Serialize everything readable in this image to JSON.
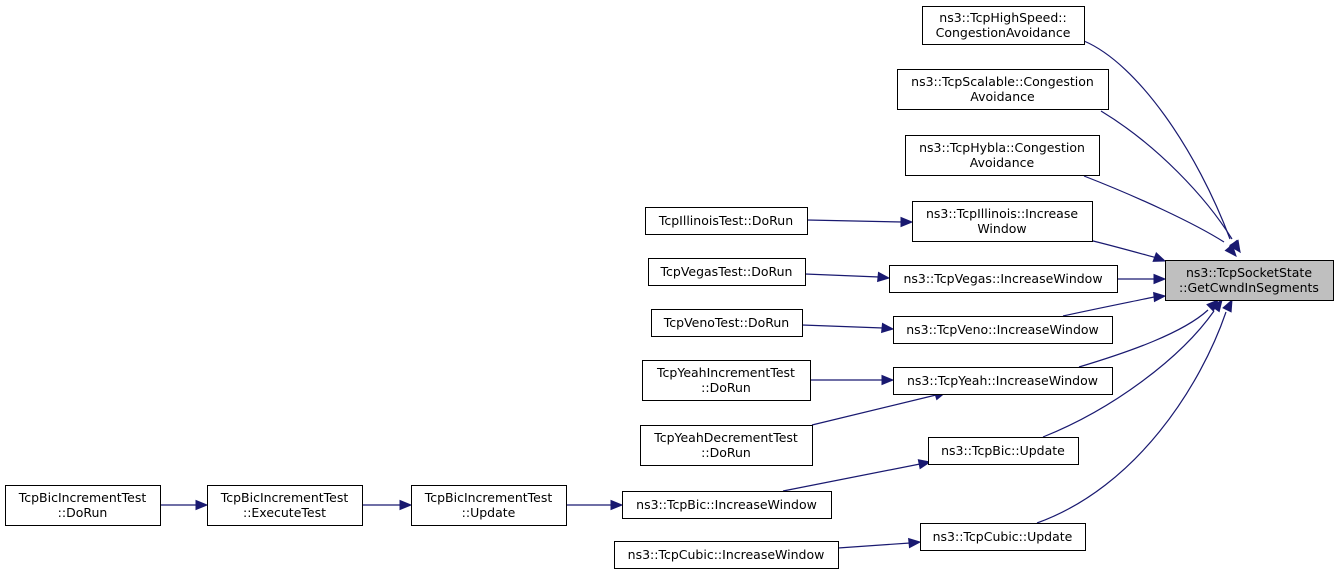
{
  "colors": {
    "edge": "#191970",
    "node_border": "#000000",
    "node_fill": "#ffffff",
    "focus_fill": "#bfbfbf"
  },
  "nodes": {
    "get_cwnd": {
      "lines": [
        "ns3::TcpSocketState",
        "::GetCwndInSegments"
      ],
      "focus": true
    },
    "highspeed_ca": {
      "lines": [
        "ns3::TcpHighSpeed::",
        "CongestionAvoidance"
      ]
    },
    "scalable_ca": {
      "lines": [
        "ns3::TcpScalable::Congestion",
        "Avoidance"
      ]
    },
    "hybla_ca": {
      "lines": [
        "ns3::TcpHybla::Congestion",
        "Avoidance"
      ]
    },
    "illinois_iw": {
      "lines": [
        "ns3::TcpIllinois::Increase",
        "Window"
      ]
    },
    "vegas_iw": {
      "lines": [
        "ns3::TcpVegas::IncreaseWindow"
      ]
    },
    "veno_iw": {
      "lines": [
        "ns3::TcpVeno::IncreaseWindow"
      ]
    },
    "yeah_iw": {
      "lines": [
        "ns3::TcpYeah::IncreaseWindow"
      ]
    },
    "bic_update": {
      "lines": [
        "ns3::TcpBic::Update"
      ]
    },
    "cubic_update": {
      "lines": [
        "ns3::TcpCubic::Update"
      ]
    },
    "illinois_test": {
      "lines": [
        "TcpIllinoisTest::DoRun"
      ]
    },
    "vegas_test": {
      "lines": [
        "TcpVegasTest::DoRun"
      ]
    },
    "veno_test": {
      "lines": [
        "TcpVenoTest::DoRun"
      ]
    },
    "yeah_inc_test": {
      "lines": [
        "TcpYeahIncrementTest",
        "::DoRun"
      ]
    },
    "yeah_dec_test": {
      "lines": [
        "TcpYeahDecrementTest",
        "::DoRun"
      ]
    },
    "bic_iw": {
      "lines": [
        "ns3::TcpBic::IncreaseWindow"
      ]
    },
    "bic_inc_update": {
      "lines": [
        "TcpBicIncrementTest",
        "::Update"
      ]
    },
    "bic_inc_exec": {
      "lines": [
        "TcpBicIncrementTest",
        "::ExecuteTest"
      ]
    },
    "bic_inc_dorun": {
      "lines": [
        "TcpBicIncrementTest",
        "::DoRun"
      ]
    },
    "cubic_iw": {
      "lines": [
        "ns3::TcpCubic::IncreaseWindow"
      ]
    }
  },
  "edges": [
    {
      "from": "highspeed_ca",
      "to": "get_cwnd"
    },
    {
      "from": "scalable_ca",
      "to": "get_cwnd"
    },
    {
      "from": "hybla_ca",
      "to": "get_cwnd"
    },
    {
      "from": "illinois_iw",
      "to": "get_cwnd"
    },
    {
      "from": "vegas_iw",
      "to": "get_cwnd"
    },
    {
      "from": "veno_iw",
      "to": "get_cwnd"
    },
    {
      "from": "yeah_iw",
      "to": "get_cwnd"
    },
    {
      "from": "bic_update",
      "to": "get_cwnd"
    },
    {
      "from": "cubic_update",
      "to": "get_cwnd"
    },
    {
      "from": "illinois_test",
      "to": "illinois_iw"
    },
    {
      "from": "vegas_test",
      "to": "vegas_iw"
    },
    {
      "from": "veno_test",
      "to": "veno_iw"
    },
    {
      "from": "yeah_inc_test",
      "to": "yeah_iw"
    },
    {
      "from": "yeah_dec_test",
      "to": "yeah_iw"
    },
    {
      "from": "bic_iw",
      "to": "bic_update"
    },
    {
      "from": "bic_inc_update",
      "to": "bic_iw"
    },
    {
      "from": "bic_inc_exec",
      "to": "bic_inc_update"
    },
    {
      "from": "bic_inc_dorun",
      "to": "bic_inc_exec"
    },
    {
      "from": "cubic_iw",
      "to": "cubic_update"
    }
  ]
}
